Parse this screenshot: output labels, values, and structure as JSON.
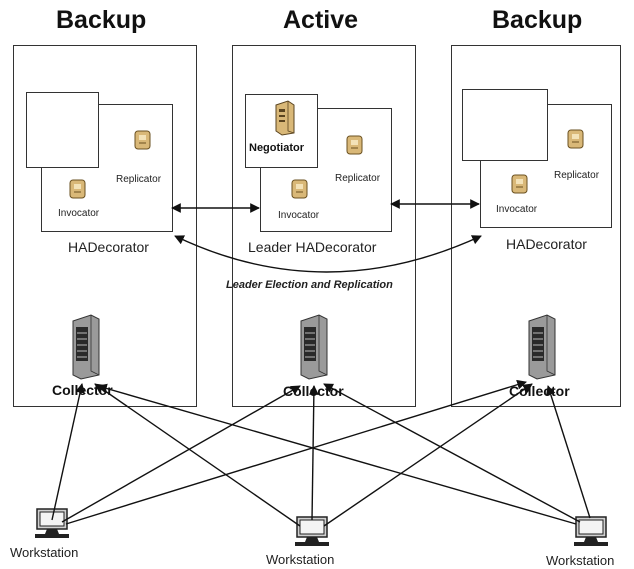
{
  "columns": [
    {
      "title": "Backup",
      "decorator_label": "HADecorator",
      "replicator_label": "Replicator",
      "invocator_label": "Invocator",
      "collector_label": "Collector"
    },
    {
      "title": "Active",
      "decorator_label": "Leader HADecorator",
      "replicator_label": "Replicator",
      "invocator_label": "Invocator",
      "collector_label": "Collector",
      "negotiator_label": "Negotiator"
    },
    {
      "title": "Backup",
      "decorator_label": "HADecorator",
      "replicator_label": "Replicator",
      "invocator_label": "Invocator",
      "collector_label": "Collector"
    }
  ],
  "election_label": "Leader Election and Replication",
  "workstations": [
    {
      "label": "Workstation"
    },
    {
      "label": "Workstation"
    },
    {
      "label": "Workstation"
    }
  ],
  "icons": {
    "component": "component-icon",
    "server": "server-tower-icon",
    "workstation": "workstation-monitor-icon",
    "negotiator": "negotiator-server-icon"
  },
  "colors": {
    "line": "#111111",
    "component_body": "#d9b878",
    "server_body": "#9a9a9a"
  }
}
